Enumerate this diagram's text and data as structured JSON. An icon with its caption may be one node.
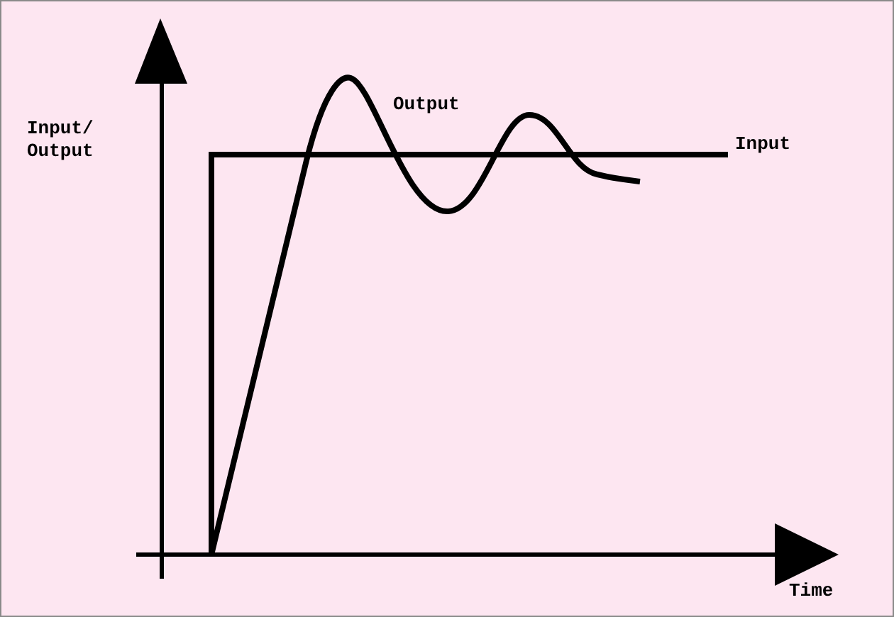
{
  "diagram": {
    "labels": [
      "Output",
      "Input/ Output",
      "Input",
      "Time"
    ]
  }
}
